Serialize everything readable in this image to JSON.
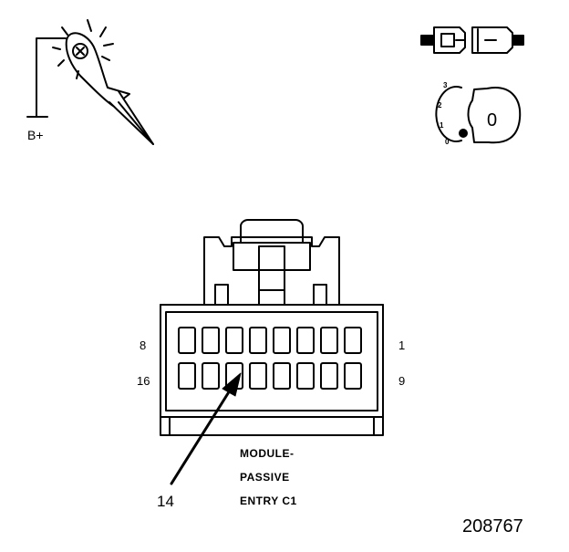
{
  "battery": {
    "label": "B+"
  },
  "ignition": {
    "positions": [
      "3",
      "2",
      "1",
      "0"
    ],
    "key_position": "0"
  },
  "connector": {
    "pin_labels": {
      "top_left": "8",
      "top_right": "1",
      "bottom_left": "16",
      "bottom_right": "9"
    },
    "pointer_pin": "14",
    "caption": [
      "MODULE-",
      "PASSIVE",
      "ENTRY C1"
    ]
  },
  "figure_id": "208767"
}
